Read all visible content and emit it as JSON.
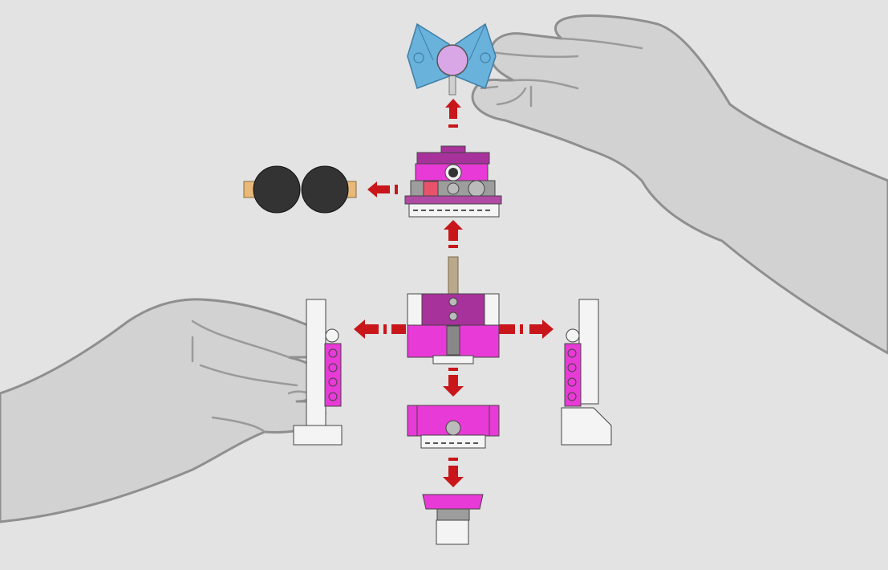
{
  "colors": {
    "background": "#e3e3e3",
    "hand_fill": "#d2d2d2",
    "hand_stroke": "#8f8f8f",
    "arrow_red": "#c8161b",
    "pink": "#e83ad6",
    "pink_dark": "#a8329c",
    "purple": "#b04aa3",
    "gray_brick": "#9d9d9d",
    "dark_gray": "#555555",
    "white_brick": "#f4f4f4",
    "blue_wing": "#69b2dc",
    "lilac": "#d9a6e6",
    "black_wheel": "#333333",
    "tan": "#e9b97a",
    "tan_rod": "#b9a88a"
  },
  "parts": [
    {
      "id": "blue-bowtie",
      "icon": "bowtie-icon"
    },
    {
      "id": "head-module",
      "icon": "head-icon"
    },
    {
      "id": "black-wheels",
      "icon": "wheels-icon"
    },
    {
      "id": "torso-module",
      "icon": "torso-icon"
    },
    {
      "id": "left-arm",
      "icon": "arm-icon"
    },
    {
      "id": "right-arm",
      "icon": "arm-icon"
    },
    {
      "id": "hip-module",
      "icon": "hip-icon"
    },
    {
      "id": "base-foot",
      "icon": "foot-icon"
    }
  ],
  "arrows": [
    "up",
    "up",
    "left",
    "left",
    "right",
    "down",
    "down"
  ],
  "hands": [
    "right-hand",
    "left-hand"
  ]
}
